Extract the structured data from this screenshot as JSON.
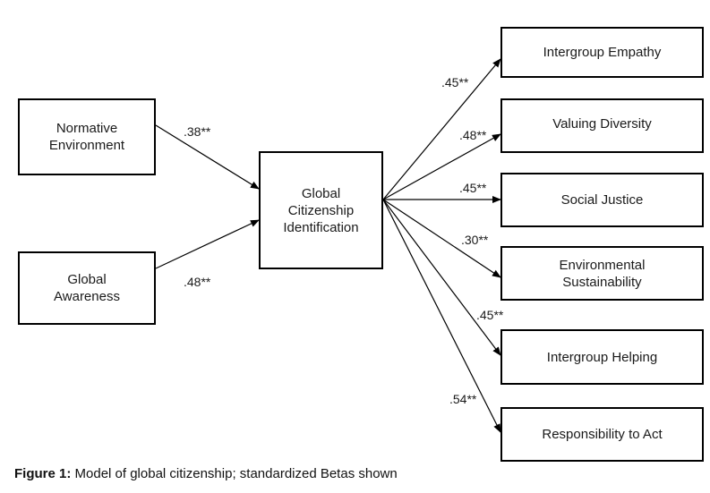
{
  "figure": {
    "caption_label": "Figure 1:",
    "caption_text": " Model of global citizenship; standardized Betas shown"
  },
  "nodes": {
    "normative_environment": "Normative\nEnvironment",
    "global_awareness": "Global\nAwareness",
    "gci": "Global\nCitizenship\nIdentification",
    "intergroup_empathy": "Intergroup Empathy",
    "valuing_diversity": "Valuing Diversity",
    "social_justice": "Social Justice",
    "environmental_sustainability": "Environmental\nSustainability",
    "intergroup_helping": "Intergroup Helping",
    "responsibility_to_act": "Responsibility to Act"
  },
  "paths": [
    {
      "from": "normative_environment",
      "to": "gci",
      "beta": ".38**"
    },
    {
      "from": "global_awareness",
      "to": "gci",
      "beta": ".48**"
    },
    {
      "from": "gci",
      "to": "intergroup_empathy",
      "beta": ".45**"
    },
    {
      "from": "gci",
      "to": "valuing_diversity",
      "beta": ".48**"
    },
    {
      "from": "gci",
      "to": "social_justice",
      "beta": ".45**"
    },
    {
      "from": "gci",
      "to": "environmental_sustainability",
      "beta": ".30**"
    },
    {
      "from": "gci",
      "to": "intergroup_helping",
      "beta": ".45**"
    },
    {
      "from": "gci",
      "to": "responsibility_to_act",
      "beta": ".54**"
    }
  ]
}
